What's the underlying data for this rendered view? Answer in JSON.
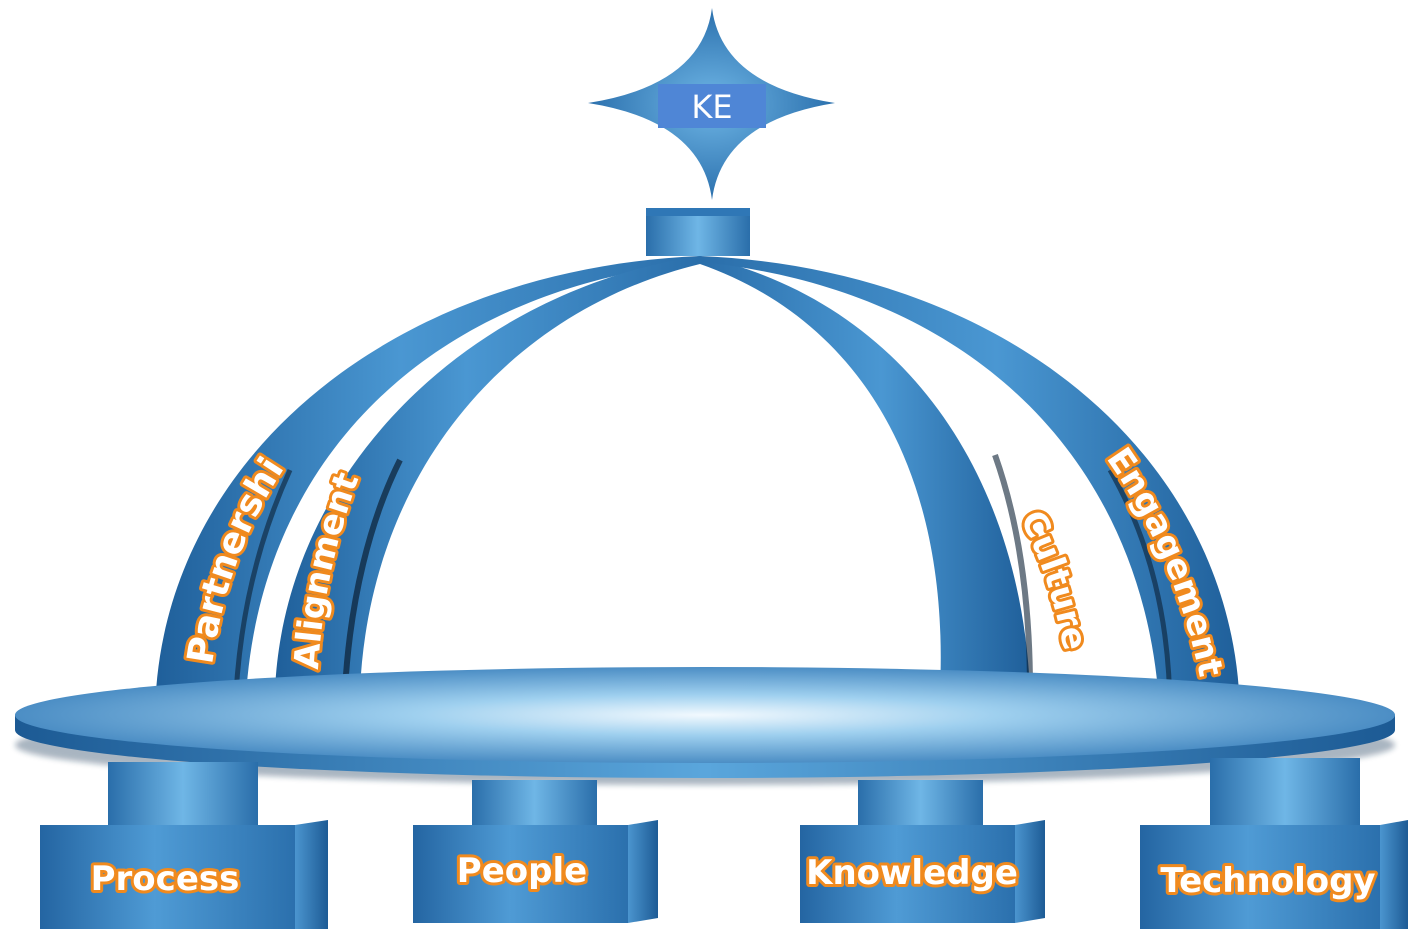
{
  "top": {
    "label": "KE"
  },
  "arches": [
    {
      "label": "Partnership"
    },
    {
      "label": "Alignment"
    },
    {
      "label": "Culture"
    },
    {
      "label": "Engagement"
    }
  ],
  "pillars": [
    {
      "label": "Process"
    },
    {
      "label": "People"
    },
    {
      "label": "Knowledge"
    },
    {
      "label": "Technology"
    }
  ],
  "colors": {
    "structure_dark": "#1f5f9a",
    "structure_mid": "#3b86c4",
    "structure_light": "#9fd0ef",
    "label_outline": "#f08a1e",
    "label_fill": "#ffffff",
    "ke_box": "#4f86d6"
  }
}
